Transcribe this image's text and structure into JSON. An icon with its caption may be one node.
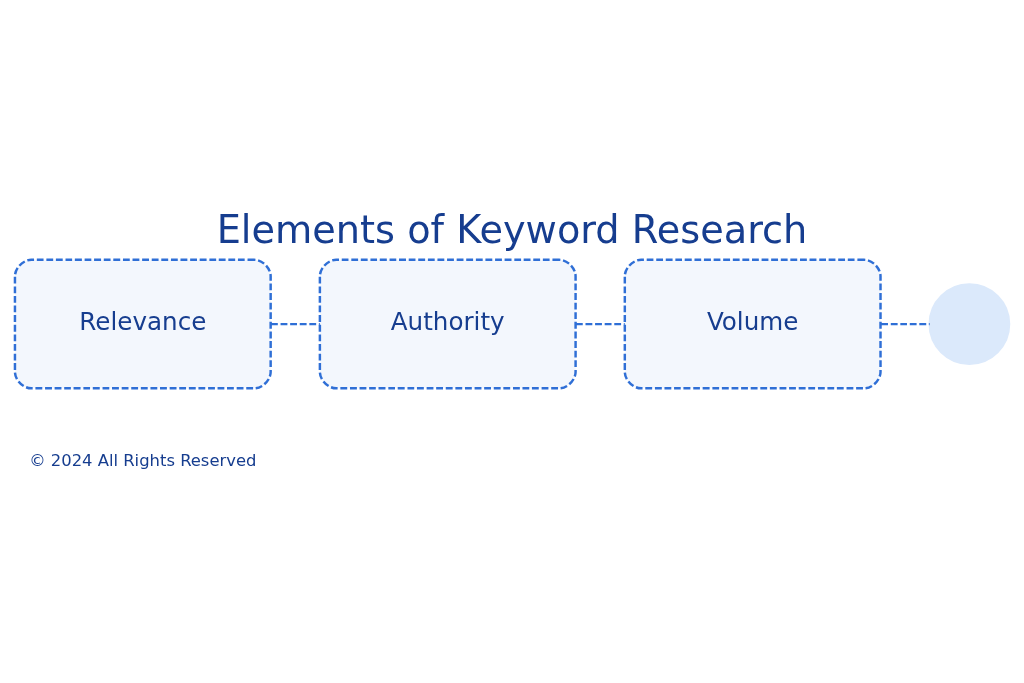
{
  "diagram": {
    "title": "Elements of Keyword Research",
    "nodes": [
      {
        "text": [
          "Relevance"
        ]
      },
      {
        "text": [
          "Authority"
        ]
      },
      {
        "text": [
          "Volume"
        ]
      },
      {
        "text": [],
        "shape": "circle"
      }
    ],
    "edges": [
      {
        "from": 0,
        "to": 1,
        "arrow": "none",
        "style": "dashed"
      },
      {
        "from": 1,
        "to": 2,
        "arrow": "none",
        "style": "dashed"
      },
      {
        "from": 2,
        "to": 3,
        "arrow": "none",
        "style": "dashed"
      }
    ],
    "labels": [
      "© 2024 All Rights Reserved"
    ]
  }
}
